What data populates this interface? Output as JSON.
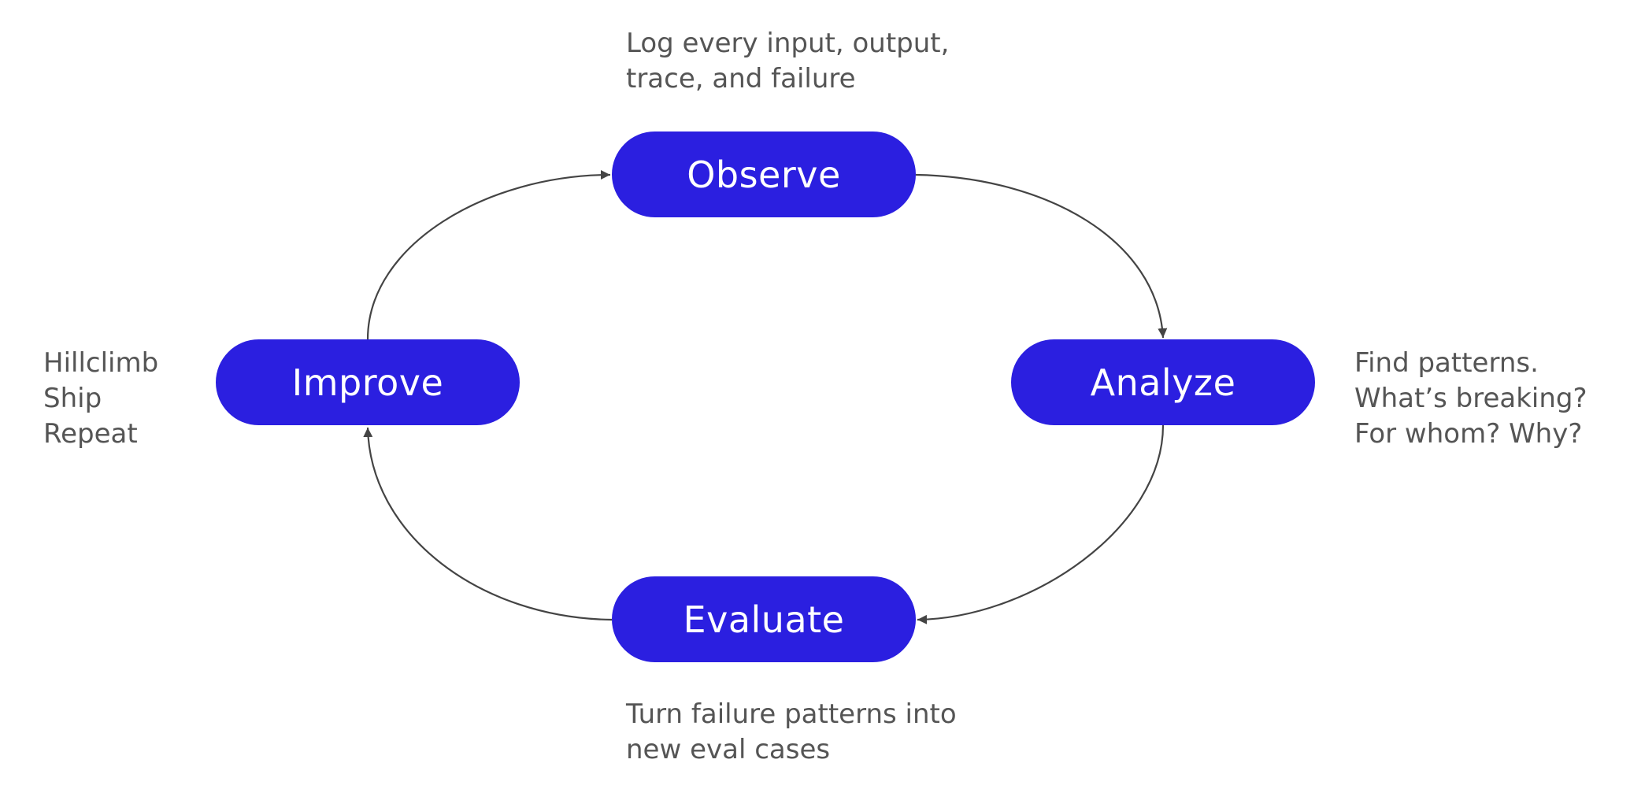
{
  "colors": {
    "node_fill": "#2b1fe0",
    "node_text": "#ffffff",
    "note_text": "#555555",
    "arrow": "#444444",
    "background": "#ffffff"
  },
  "nodes": {
    "observe": {
      "label": "Observe"
    },
    "analyze": {
      "label": "Analyze"
    },
    "evaluate": {
      "label": "Evaluate"
    },
    "improve": {
      "label": "Improve"
    }
  },
  "notes": {
    "observe": [
      "Log every input, output,",
      "trace, and failure"
    ],
    "analyze": [
      "Find patterns.",
      "What’s breaking?",
      "For whom? Why?"
    ],
    "evaluate": [
      "Turn failure patterns into",
      "new eval cases"
    ],
    "improve": [
      "Hillclimb",
      "Ship",
      "Repeat"
    ]
  },
  "edges": [
    {
      "from": "observe",
      "to": "analyze"
    },
    {
      "from": "analyze",
      "to": "evaluate"
    },
    {
      "from": "evaluate",
      "to": "improve"
    },
    {
      "from": "improve",
      "to": "observe"
    }
  ]
}
